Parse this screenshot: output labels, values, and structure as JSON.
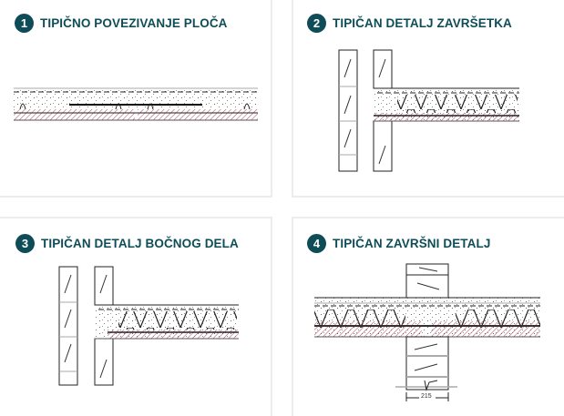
{
  "details": [
    {
      "number": "1",
      "title": "TIPIČNO POVEZIVANJE PLOČA"
    },
    {
      "number": "2",
      "title": "TIPIČAN DETALJ ZAVRŠETKA"
    },
    {
      "number": "3",
      "title": "TIPIČAN DETALJ BOČNOG DELA"
    },
    {
      "number": "4",
      "title": "TIPIČAN ZAVRŠNI DETALJ",
      "dimension_label": "215"
    }
  ],
  "colors": {
    "accent": "#0e4d57",
    "hatch": "#b0485e"
  }
}
